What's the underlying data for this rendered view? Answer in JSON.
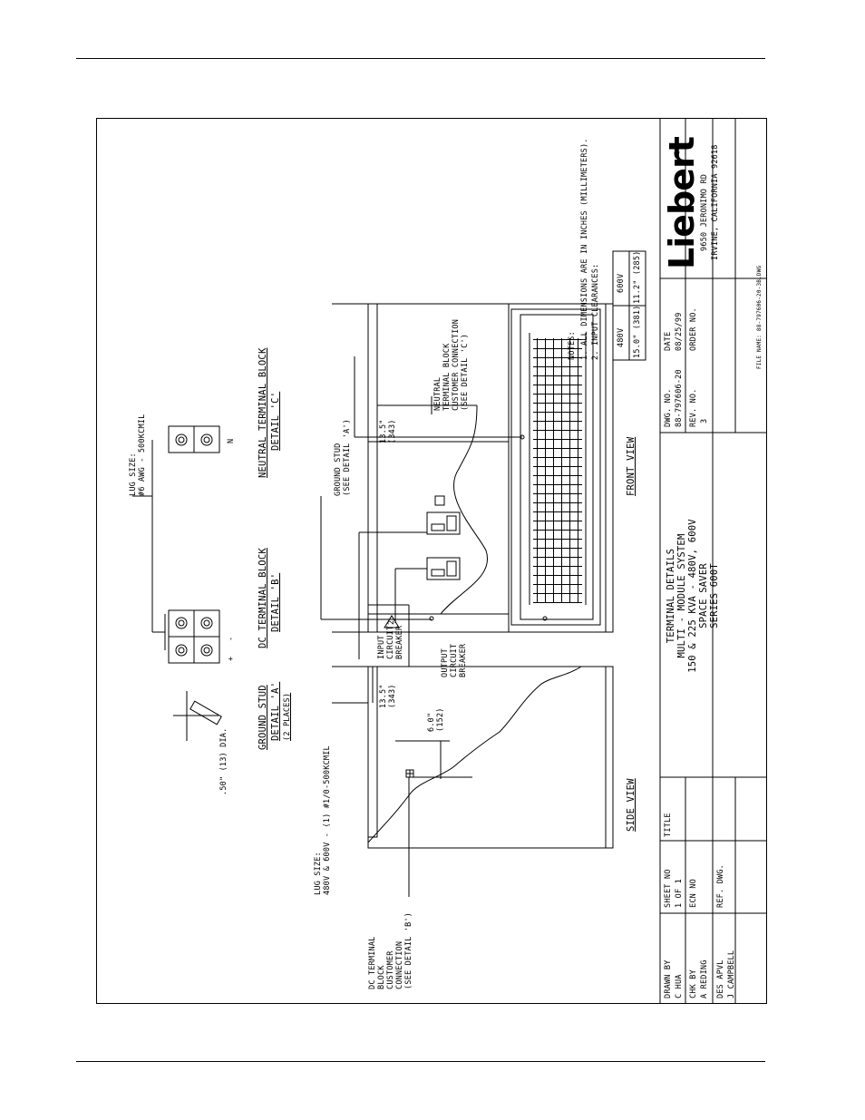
{
  "drawing": {
    "views": {
      "side_view": "SIDE VIEW",
      "front_view": "FRONT VIEW"
    },
    "callouts": {
      "dc_block": [
        "DC TERMINAL",
        "BLOCK",
        "CUSTOMER",
        "CONNECTION",
        "(SEE DETAIL 'B')"
      ],
      "lug_size_main": [
        "LUG SIZE:",
        "480V & 600V - (1) #1/0-500KCMIL"
      ],
      "dim_135_side": [
        "13.5\"",
        "(343)"
      ],
      "dim_60": [
        "6.0\"",
        "(152)"
      ],
      "input_breaker": [
        "INPUT",
        "CIRCUIT",
        "BREAKER"
      ],
      "output_breaker": [
        "OUTPUT",
        "CIRCUIT",
        "BREAKER"
      ],
      "ground_stud_callout": [
        "GROUND STUD",
        "(SEE DETAIL 'A')"
      ],
      "dim_135_front": [
        "13.5\"",
        "(343)"
      ],
      "neutral_callout": [
        "NEUTRAL",
        "TERMINAL BLOCK",
        "CUSTOMER CONNECTION",
        "(SEE DETAIL 'C')"
      ],
      "stud_dia": ".50\" (13) DIA.",
      "lug_size_detail": [
        "LUG SIZE:",
        "#6 AWG - 500KCMIL"
      ],
      "delta_note": "2"
    },
    "details": {
      "a_title": "GROUND STUD",
      "a_sub": "DETAIL 'A'",
      "a_places": "(2 PLACES)",
      "b_title": "DC TERMINAL BLOCK",
      "b_sub": "DETAIL 'B'",
      "c_title": "NEUTRAL TERMINAL BLOCK",
      "c_sub": "DETAIL 'C'",
      "plus": "+",
      "minus": "-",
      "neutral_mark": "N"
    },
    "notes": {
      "heading": "NOTES:",
      "items": [
        "1. ALL DIMENSIONS ARE IN INCHES (MILLIMETERS).",
        "2. INPUT CLEARANCES:"
      ],
      "clearance_table": {
        "headers": [
          "480V",
          "600V"
        ],
        "values": [
          "15.0\" (381)",
          "11.2\" (285)"
        ]
      }
    }
  },
  "title_block": {
    "drawn_by_label": "DRAWN BY",
    "drawn_by": "C HUA",
    "chk_by_label": "CHK BY",
    "chk_by": "A REDING",
    "des_apvl_label": "DES APVL",
    "des_apvl": "J CAMPBELL",
    "sheet_no_label": "SHEET NO",
    "sheet_no": "1 OF 1",
    "ecn_no_label": "ECN NO",
    "ref_dwg_label": "REF. DWG.",
    "title_label": "TITLE",
    "title_lines": [
      "TERMINAL DETAILS",
      "MULTI - MODULE SYSTEM",
      "150 & 225 KVA - 480V, 600V",
      "SPACE SAVER",
      "SERIES 600T"
    ],
    "dwg_no_label": "DWG. NO.",
    "dwg_no": "88-797606-20",
    "date_label": "DATE",
    "date": "08/25/99",
    "rev_no_label": "REV. NO.",
    "rev_no": "3",
    "order_no_label": "ORDER NO.",
    "company": "Liebert",
    "address": [
      "9650 JERONIMO RD",
      "IRVINE, CALIFORNIA 92618"
    ],
    "file_name": "FILE NAME: 88-797606-20-3B.DWG"
  }
}
